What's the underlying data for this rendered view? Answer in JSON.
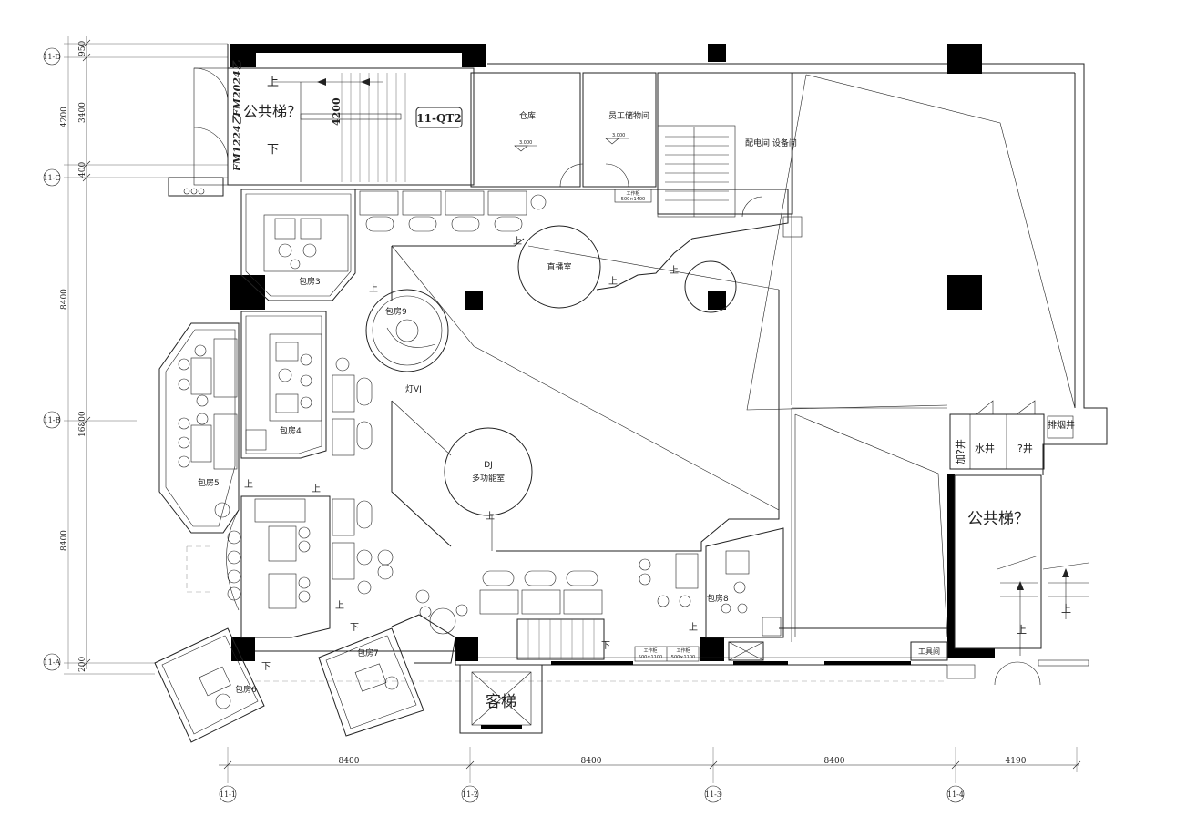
{
  "grid_rows": [
    "11-D",
    "11-C",
    "11-B",
    "11-A"
  ],
  "grid_cols": [
    "11-1",
    "11-2",
    "11-3",
    "11-4"
  ],
  "left_dims": [
    "950",
    "4200",
    "3400",
    "400",
    "8400",
    "16800",
    "8400",
    "200"
  ],
  "bottom_dims": [
    "8400",
    "8400",
    "8400",
    "4190"
  ],
  "doors": {
    "fm1": "FM2024乙",
    "fm2": "FM1224乙"
  },
  "stair_tag": "11-QT2",
  "stair_dim": "4200",
  "public_stair": "公共梯？",
  "up": "上",
  "down": "下",
  "elevation": "3.000",
  "rooms": {
    "warehouse": "仓库",
    "staff_storage": "员工储物间",
    "power_equip": "配电间 设备间",
    "live_room": "直播室",
    "room3": "包房3",
    "room4": "包房4",
    "room5": "包房5",
    "room6": "包房6",
    "room7": "包房7",
    "room8": "包房8",
    "room9": "包房9",
    "light_vj": "灯VJ",
    "dj": "DJ",
    "multi": "多功能室",
    "water_well": "水井",
    "q_well": "?井",
    "smoke_well": "排烟井",
    "add_well": "加?井",
    "guest_elevator": "客梯",
    "tool_room": "工具间"
  },
  "cabinets": {
    "upper_title": "工作柜",
    "upper_size": "500×1400",
    "lower_title": "工作柜",
    "lower_size": "500×1100"
  }
}
